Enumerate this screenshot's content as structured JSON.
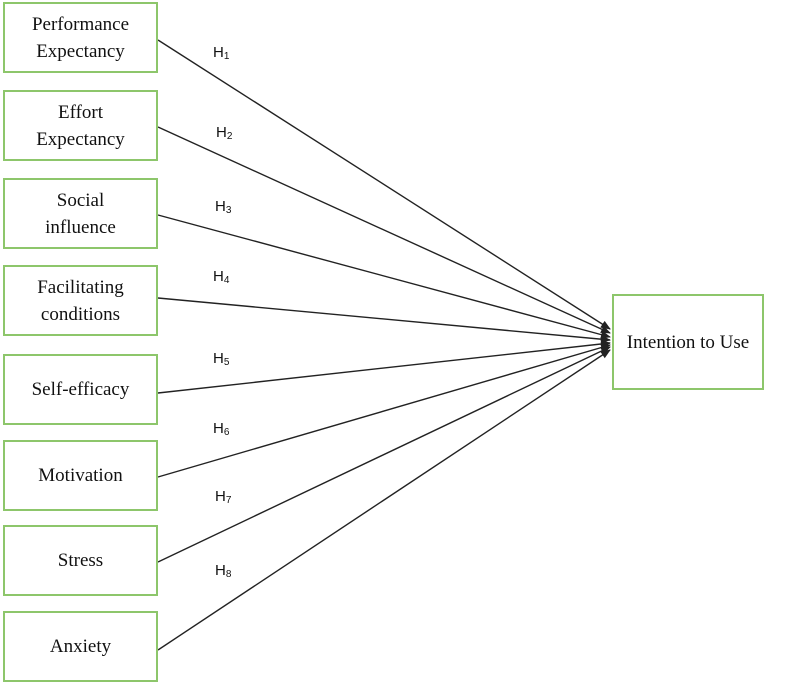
{
  "colors": {
    "box_border": "#8dc66b",
    "arrow": "#222222",
    "text": "#111111"
  },
  "constructs": [
    {
      "id": "pe",
      "label": "Performance\nExpectancy",
      "hypothesis": "H",
      "hypothesis_index": "1"
    },
    {
      "id": "ee",
      "label": "Effort\nExpectancy",
      "hypothesis": "H",
      "hypothesis_index": "2"
    },
    {
      "id": "si",
      "label": "Social\ninfluence",
      "hypothesis": "H",
      "hypothesis_index": "3"
    },
    {
      "id": "fc",
      "label": "Facilitating\nconditions",
      "hypothesis": "H",
      "hypothesis_index": "4"
    },
    {
      "id": "se",
      "label": "Self-efficacy",
      "hypothesis": "H",
      "hypothesis_index": "5"
    },
    {
      "id": "mo",
      "label": "Motivation",
      "hypothesis": "H",
      "hypothesis_index": "6"
    },
    {
      "id": "st",
      "label": "Stress",
      "hypothesis": "H",
      "hypothesis_index": "7"
    },
    {
      "id": "an",
      "label": "Anxiety",
      "hypothesis": "H",
      "hypothesis_index": "8"
    }
  ],
  "outcome": {
    "label": "Intention to Use"
  }
}
